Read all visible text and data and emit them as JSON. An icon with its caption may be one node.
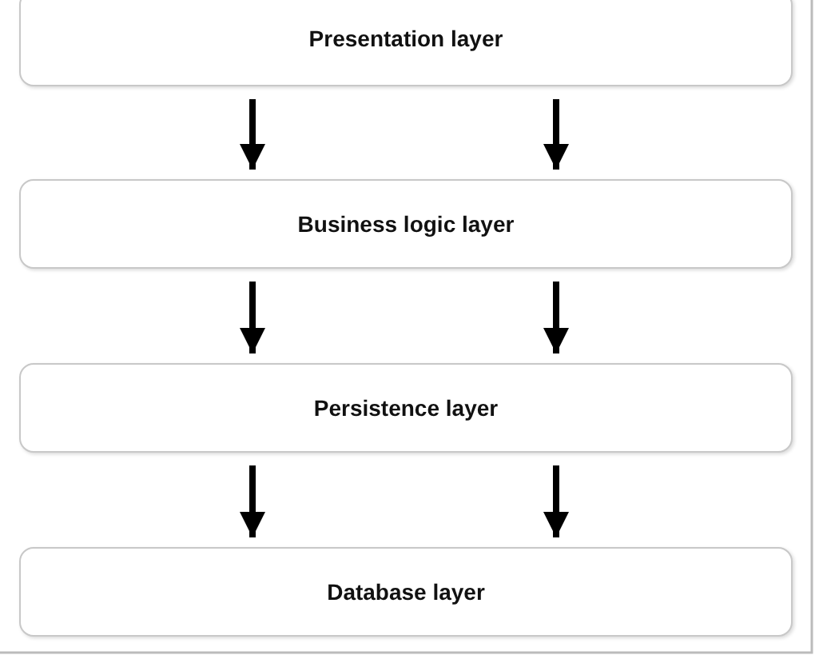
{
  "diagram": {
    "nodes": [
      {
        "text": [
          "Presentation layer"
        ]
      },
      {
        "text": [
          "Business logic layer"
        ]
      },
      {
        "text": [
          "Persistence layer"
        ]
      },
      {
        "text": [
          "Database layer"
        ]
      }
    ],
    "edges": [
      {
        "from": 0,
        "to": 1,
        "arrow": "to"
      },
      {
        "from": 0,
        "to": 1,
        "arrow": "to"
      },
      {
        "from": 1,
        "to": 2,
        "arrow": "to"
      },
      {
        "from": 1,
        "to": 2,
        "arrow": "to"
      },
      {
        "from": 2,
        "to": 3,
        "arrow": "to"
      },
      {
        "from": 2,
        "to": 3,
        "arrow": "to"
      }
    ]
  }
}
